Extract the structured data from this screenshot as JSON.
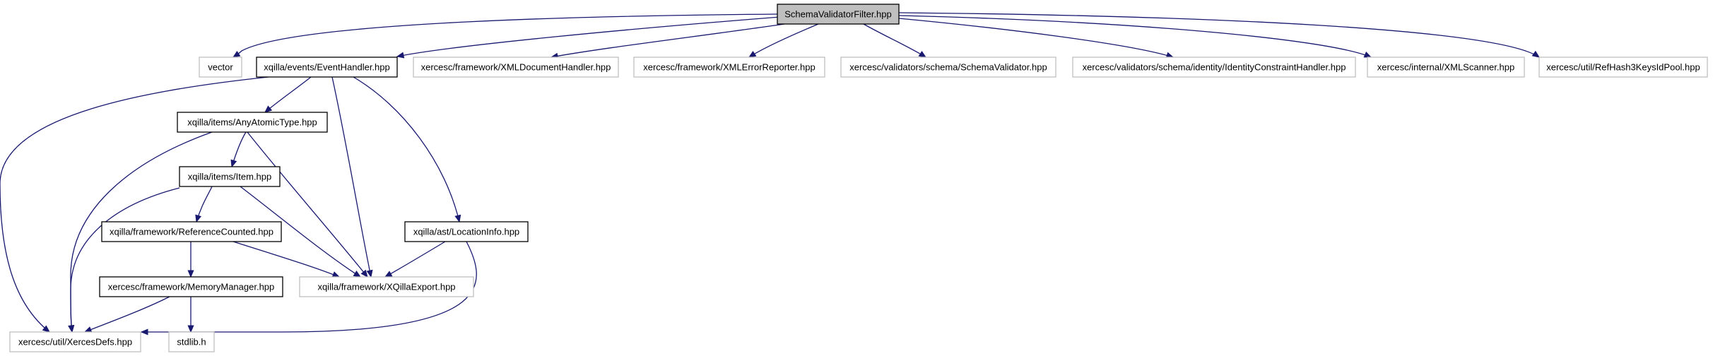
{
  "diagram": {
    "type": "include-dependency-graph",
    "colors": {
      "edge": "#191970",
      "root_fill": "#bfbfbf",
      "documented_border": "#000000",
      "external_border": "#bfbfbf",
      "background": "#ffffff"
    },
    "nodes": [
      {
        "id": "root",
        "label": "SchemaValidatorFilter.hpp",
        "kind": "root"
      },
      {
        "id": "vector",
        "label": "vector",
        "kind": "external"
      },
      {
        "id": "eventhandler",
        "label": "xqilla/events/EventHandler.hpp",
        "kind": "documented"
      },
      {
        "id": "xmldochandler",
        "label": "xercesc/framework/XMLDocumentHandler.hpp",
        "kind": "external"
      },
      {
        "id": "xmlerrreporter",
        "label": "xercesc/framework/XMLErrorReporter.hpp",
        "kind": "external"
      },
      {
        "id": "schemavalidator",
        "label": "xercesc/validators/schema/SchemaValidator.hpp",
        "kind": "external"
      },
      {
        "id": "identityhandler",
        "label": "xercesc/validators/schema/identity/IdentityConstraintHandler.hpp",
        "kind": "external"
      },
      {
        "id": "xmlscanner",
        "label": "xercesc/internal/XMLScanner.hpp",
        "kind": "external"
      },
      {
        "id": "refhash",
        "label": "xercesc/util/RefHash3KeysIdPool.hpp",
        "kind": "external"
      },
      {
        "id": "anyatomic",
        "label": "xqilla/items/AnyAtomicType.hpp",
        "kind": "documented"
      },
      {
        "id": "item",
        "label": "xqilla/items/Item.hpp",
        "kind": "documented"
      },
      {
        "id": "refcounted",
        "label": "xqilla/framework/ReferenceCounted.hpp",
        "kind": "documented"
      },
      {
        "id": "locinfo",
        "label": "xqilla/ast/LocationInfo.hpp",
        "kind": "documented"
      },
      {
        "id": "memmgr",
        "label": "xercesc/framework/MemoryManager.hpp",
        "kind": "documented"
      },
      {
        "id": "xqillaexport",
        "label": "xqilla/framework/XQillaExport.hpp",
        "kind": "external"
      },
      {
        "id": "xercesdefs",
        "label": "xercesc/util/XercesDefs.hpp",
        "kind": "external"
      },
      {
        "id": "stdlib",
        "label": "stdlib.h",
        "kind": "external"
      }
    ],
    "edges": [
      {
        "from": "root",
        "to": "vector"
      },
      {
        "from": "root",
        "to": "eventhandler"
      },
      {
        "from": "root",
        "to": "xmldochandler"
      },
      {
        "from": "root",
        "to": "xmlerrreporter"
      },
      {
        "from": "root",
        "to": "schemavalidator"
      },
      {
        "from": "root",
        "to": "identityhandler"
      },
      {
        "from": "root",
        "to": "xmlscanner"
      },
      {
        "from": "root",
        "to": "refhash"
      },
      {
        "from": "eventhandler",
        "to": "xercesdefs"
      },
      {
        "from": "eventhandler",
        "to": "anyatomic"
      },
      {
        "from": "eventhandler",
        "to": "xqillaexport"
      },
      {
        "from": "eventhandler",
        "to": "locinfo"
      },
      {
        "from": "anyatomic",
        "to": "xercesdefs"
      },
      {
        "from": "anyatomic",
        "to": "item"
      },
      {
        "from": "anyatomic",
        "to": "xqillaexport"
      },
      {
        "from": "item",
        "to": "xercesdefs"
      },
      {
        "from": "item",
        "to": "refcounted"
      },
      {
        "from": "item",
        "to": "xqillaexport"
      },
      {
        "from": "refcounted",
        "to": "memmgr"
      },
      {
        "from": "refcounted",
        "to": "xqillaexport"
      },
      {
        "from": "memmgr",
        "to": "xercesdefs"
      },
      {
        "from": "memmgr",
        "to": "stdlib"
      },
      {
        "from": "locinfo",
        "to": "xqillaexport"
      },
      {
        "from": "locinfo",
        "to": "xercesdefs"
      }
    ]
  }
}
